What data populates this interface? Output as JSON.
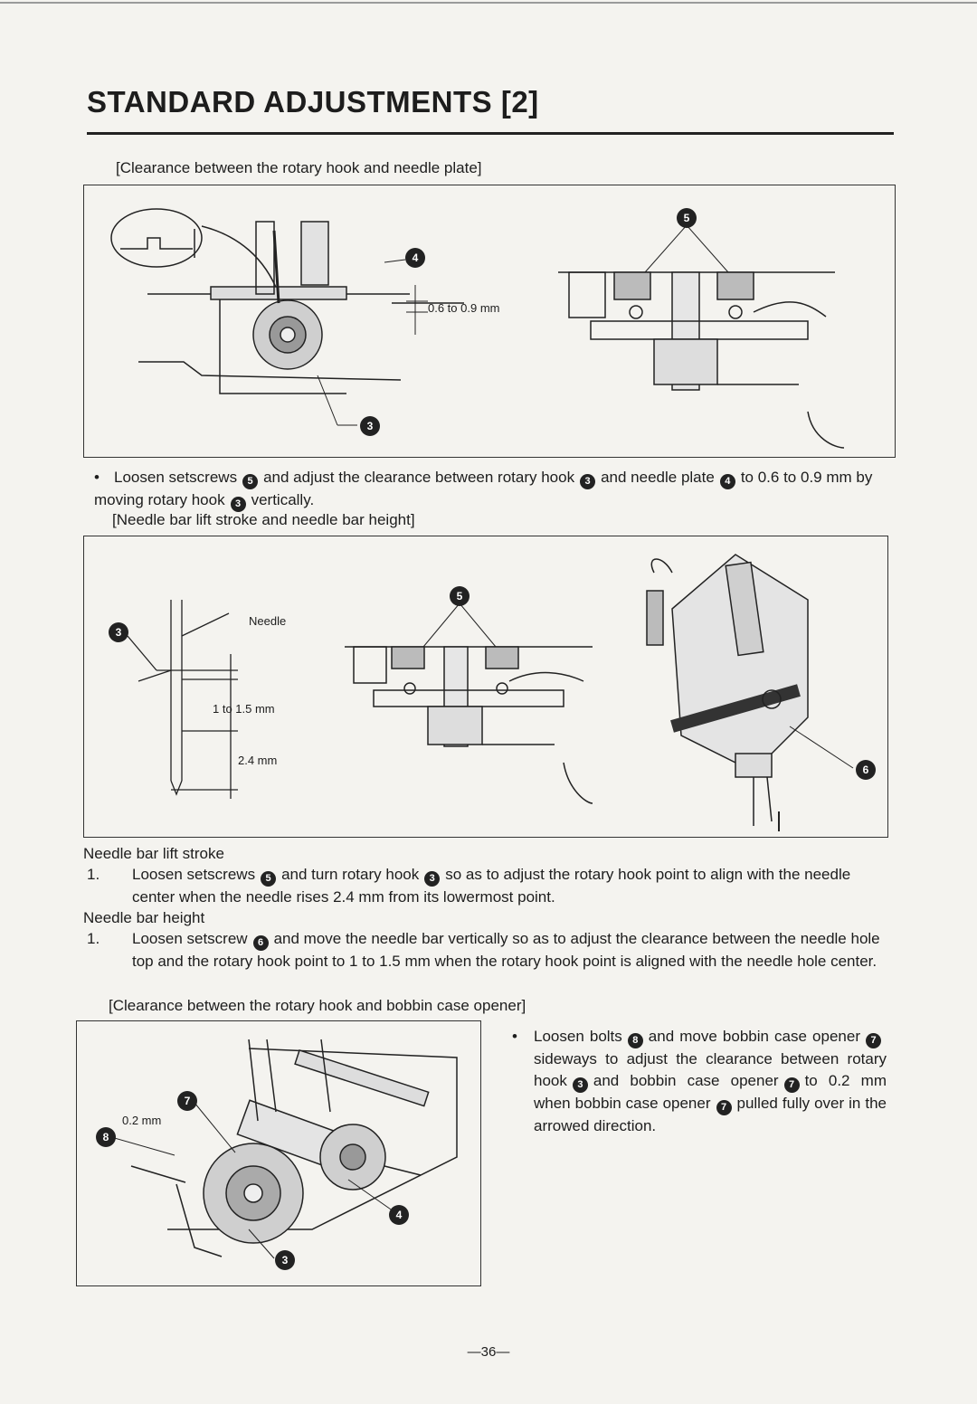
{
  "header": {
    "title": "STANDARD ADJUSTMENTS [2]"
  },
  "section1": {
    "caption": "[Clearance between the rotary hook and needle plate]",
    "dim_label": "0.6 to 0.9 mm",
    "markers": [
      "4",
      "3",
      "5"
    ],
    "instruction": {
      "t1": "Loosen setscrews",
      "m1": "5",
      "t2": "and adjust the clearance between rotary hook",
      "m2": "3",
      "t3": "and needle plate",
      "m3": "4",
      "t4": "to 0.6 to 0.9 mm by moving rotary hook",
      "m4": "3",
      "t5": "vertically."
    }
  },
  "section2": {
    "caption": "[Needle bar lift stroke and needle bar height]",
    "labels": {
      "needle": "Needle",
      "range": "1 to 1.5 mm",
      "rise": "2.4 mm"
    },
    "markers": [
      "3",
      "5",
      "6"
    ],
    "lift_stroke": {
      "heading": "Needle bar lift stroke",
      "num": "1.",
      "t1": "Loosen setscrews",
      "m1": "5",
      "t2": "and turn rotary hook",
      "m2": "3",
      "t3": "so as to adjust the rotary hook point to align with the needle center when the needle rises 2.4 mm from its lowermost point."
    },
    "bar_height": {
      "heading": "Needle bar height",
      "num": "1.",
      "t1": "Loosen setscrew",
      "m1": "6",
      "t2": "and move the needle bar vertically so as to adjust the clearance between the needle hole top and the rotary hook point to 1 to 1.5 mm when the rotary hook point is aligned with the needle hole center."
    }
  },
  "section3": {
    "caption": "[Clearance between the rotary hook and bobbin case opener]",
    "dim_label": "0.2 mm",
    "markers": [
      "7",
      "8",
      "4",
      "3"
    ],
    "instruction": {
      "t1": "Loosen bolts",
      "m1": "8",
      "t2": "and move bobbin case opener",
      "m2": "7",
      "t3": "sideways to adjust the clearance between rotary hook",
      "m3": "3",
      "t4": "and bobbin case opener",
      "m4": "7",
      "t5": "to 0.2 mm when bobbin case opener",
      "m5": "7",
      "t6": "pulled fully over in the arrowed direction."
    }
  },
  "footer": {
    "page": "—36—"
  }
}
